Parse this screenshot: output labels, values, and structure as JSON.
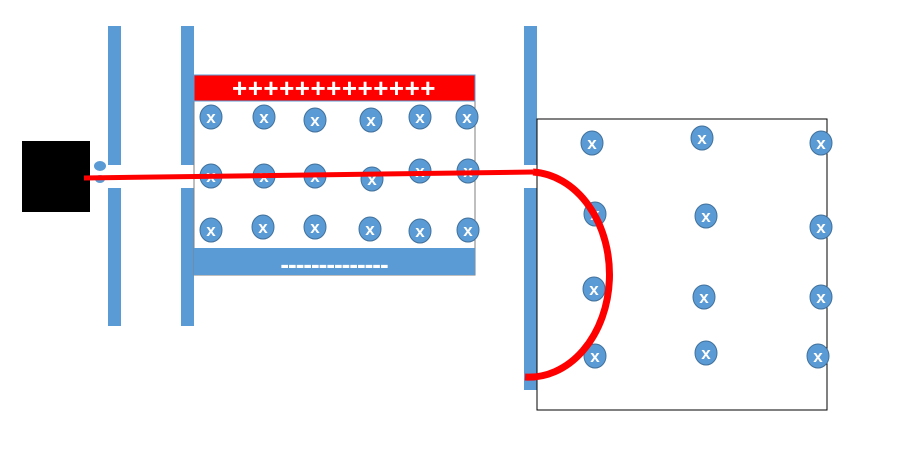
{
  "colors": {
    "plate": "#5b9bd5",
    "positive_plate": "#ff0000",
    "beam": "#ff0000",
    "source": "#000000",
    "field_marker": "#5b9bd5",
    "field_marker_text": "#ffffff",
    "chamber_border": "#000000"
  },
  "selector": {
    "positive_label": "+++++++++++++",
    "negative_label": "--------------",
    "field_symbol": "x",
    "field_symbol_count": 18
  },
  "chamber": {
    "field_symbol": "x",
    "field_symbol_count": 12
  },
  "icons": {
    "source": "ion-source-block",
    "field": "magnetic-field-into-page-icon"
  }
}
